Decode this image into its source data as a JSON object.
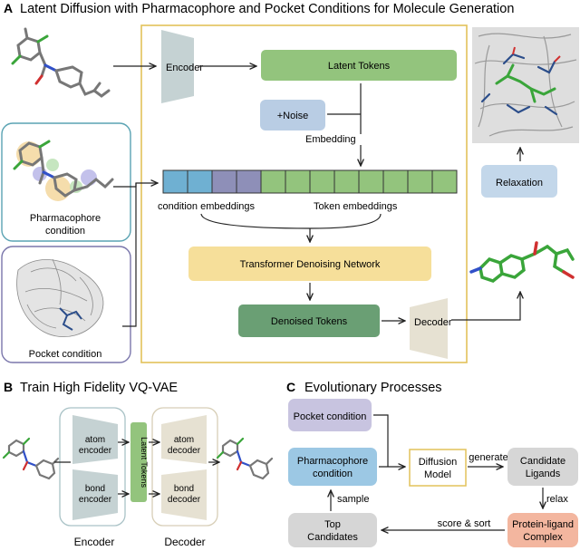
{
  "panel_a": {
    "letter": "A",
    "title": "Latent Diffusion with Pharmacophore and Pocket Conditions for Molecule Generation",
    "encoder": "Encoder",
    "latent_tokens": "Latent Tokens",
    "noise": "+Noise",
    "embedding": "Embedding",
    "condition_embeddings": "condition embeddings",
    "token_embeddings": "Token embeddings",
    "transformer": "Transformer Denoising Network",
    "denoised_tokens": "Denoised Tokens",
    "decoder": "Decoder",
    "relaxation": "Relaxation",
    "pharmacophore_condition": [
      "Pharmacophore",
      "condition"
    ],
    "pocket_condition": "Pocket condition"
  },
  "panel_b": {
    "letter": "B",
    "title": "Train High Fidelity VQ-VAE",
    "atom_encoder": [
      "atom",
      "encoder"
    ],
    "bond_encoder": [
      "bond",
      "encoder"
    ],
    "latent_tokens": "Latent Tokens",
    "atom_decoder": [
      "atom",
      "decoder"
    ],
    "bond_decoder": [
      "bond",
      "decoder"
    ],
    "encoder": "Encoder",
    "decoder": "Decoder"
  },
  "panel_c": {
    "letter": "C",
    "title": "Evolutionary Processes",
    "pocket_condition": "Pocket condition",
    "pharmacophore_condition": [
      "Pharmacophore",
      "condition"
    ],
    "diffusion_model": [
      "Diffusion",
      "Model"
    ],
    "generate": "generate",
    "candidate_ligands": [
      "Candidate",
      "Ligands"
    ],
    "relax": "relax",
    "complex": [
      "Protein-ligand",
      "Complex"
    ],
    "score_sort": "score & sort",
    "top_candidates": [
      "Top",
      "Candidates"
    ],
    "sample": "sample"
  },
  "colors": {
    "frame_gold": "#e2c25a",
    "latent_green": "#93c47d",
    "denoised_green": "#6a9f74",
    "transformer_yellow": "#f6df9a",
    "noise_blue": "#b9cde4",
    "encoder_gray": "#c5d2d3",
    "decoder_beige": "#e6e1d2",
    "relax_blue": "#c3d7ea",
    "cond_blue": "#6fb0d2",
    "cond_purple": "#8e8fb8",
    "pocket_purple": "#c8c4e0",
    "pharm_blue": "#9cc8e4",
    "candidate_gray": "#d6d6d6",
    "complex_salmon": "#f3b69f",
    "molecule_gray": "#777777",
    "molecule_green": "#3aa53a",
    "molecule_red": "#d03030",
    "molecule_blue": "#3050c8"
  }
}
